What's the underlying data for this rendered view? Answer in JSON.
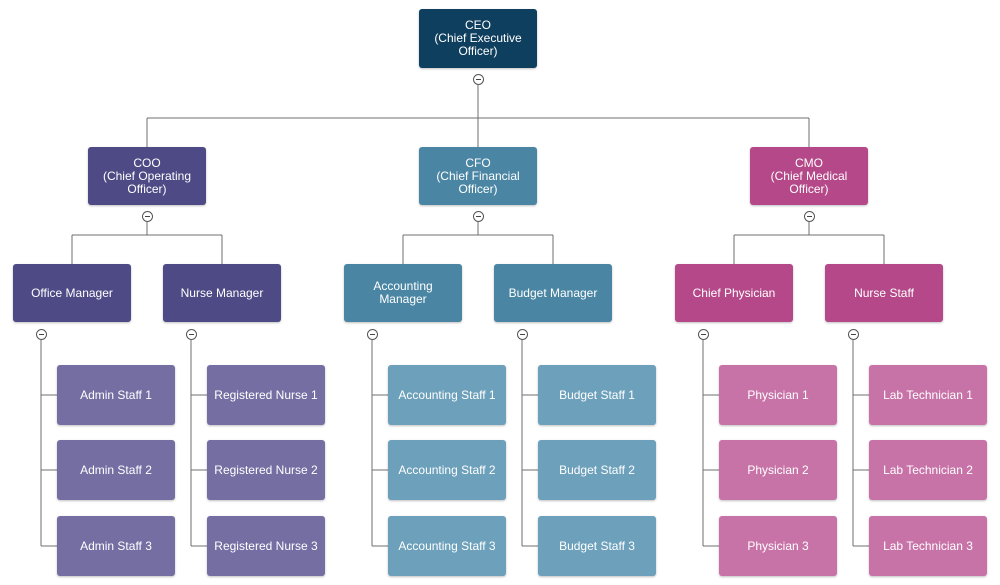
{
  "colors": {
    "ceo": "#0f3f5e",
    "coo": "#4e4a85",
    "coo_staff": "#746ea3",
    "cfo": "#4a86a3",
    "cfo_staff": "#6ca0bb",
    "cmo": "#b44888",
    "cmo_staff": "#c873a8",
    "line": "#6f6f6f"
  },
  "ceo": {
    "label": "CEO\n(Chief Executive\nOfficer)",
    "icon": "collapse-icon"
  },
  "departments": [
    {
      "key": "coo",
      "label": "COO\n(Chief Operating\nOfficer)",
      "managers": [
        {
          "label": "Office Manager",
          "staff": [
            "Admin Staff 1",
            "Admin Staff 2",
            "Admin Staff 3"
          ]
        },
        {
          "label": "Nurse Manager",
          "staff": [
            "Registered Nurse 1",
            "Registered Nurse 2",
            "Registered Nurse 3"
          ]
        }
      ]
    },
    {
      "key": "cfo",
      "label": "CFO\n(Chief Financial\nOfficer)",
      "managers": [
        {
          "label": "Accounting\nManager",
          "staff": [
            "Accounting Staff 1",
            "Accounting Staff 2",
            "Accounting Staff 3"
          ]
        },
        {
          "label": "Budget Manager",
          "staff": [
            "Budget Staff 1",
            "Budget Staff 2",
            "Budget Staff 3"
          ]
        }
      ]
    },
    {
      "key": "cmo",
      "label": "CMO\n(Chief Medical\nOfficer)",
      "managers": [
        {
          "label": "Chief Physician",
          "staff": [
            "Physician 1",
            "Physician 2",
            "Physician 3"
          ]
        },
        {
          "label": "Nurse Staff",
          "staff": [
            "Lab Technician 1",
            "Lab Technician 2",
            "Lab Technician 3"
          ]
        }
      ]
    }
  ]
}
